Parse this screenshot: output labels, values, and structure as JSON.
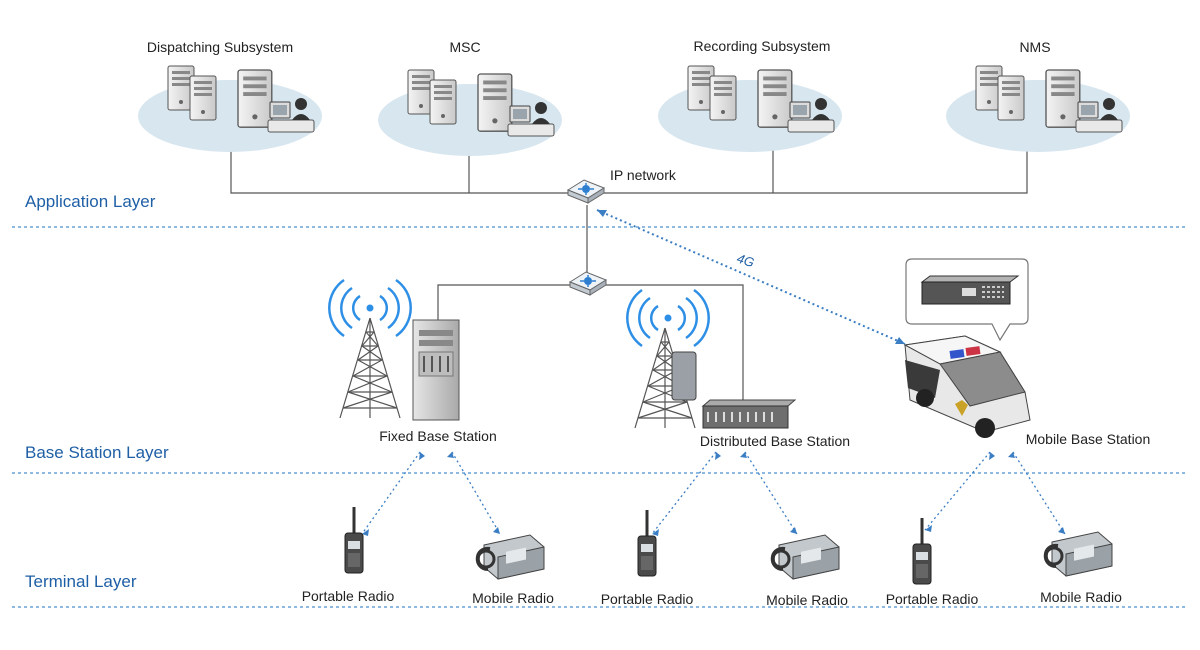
{
  "layers": {
    "application": "Application Layer",
    "base_station": "Base Station Layer",
    "terminal": "Terminal Layer"
  },
  "subsystems": {
    "dispatching": "Dispatching Subsystem",
    "msc": "MSC",
    "recording": "Recording Subsystem",
    "nms": "NMS"
  },
  "network": {
    "ip_network": "IP network",
    "link_4g": "4G"
  },
  "stations": {
    "fixed": "Fixed Base Station",
    "distributed": "Distributed Base Station",
    "mobile": "Mobile Base Station"
  },
  "terminals": {
    "portable_1": "Portable Radio",
    "mobile_1": "Mobile Radio",
    "portable_2": "Portable Radio",
    "mobile_2": "Mobile Radio",
    "portable_3": "Portable Radio",
    "mobile_3": "Mobile Radio"
  },
  "icons": [
    "server-icon",
    "operator-workstation-icon",
    "network-switch-icon",
    "radio-tower-icon",
    "signal-waves-icon",
    "base-station-cabinet-icon",
    "rack-unit-icon",
    "police-van-icon",
    "portable-radio-icon",
    "mobile-radio-icon"
  ],
  "colors": {
    "accent": "#1f5fa6",
    "dotted_link": "#3b7ec4",
    "ellipse": "#d7e6ef",
    "line": "#555555"
  }
}
